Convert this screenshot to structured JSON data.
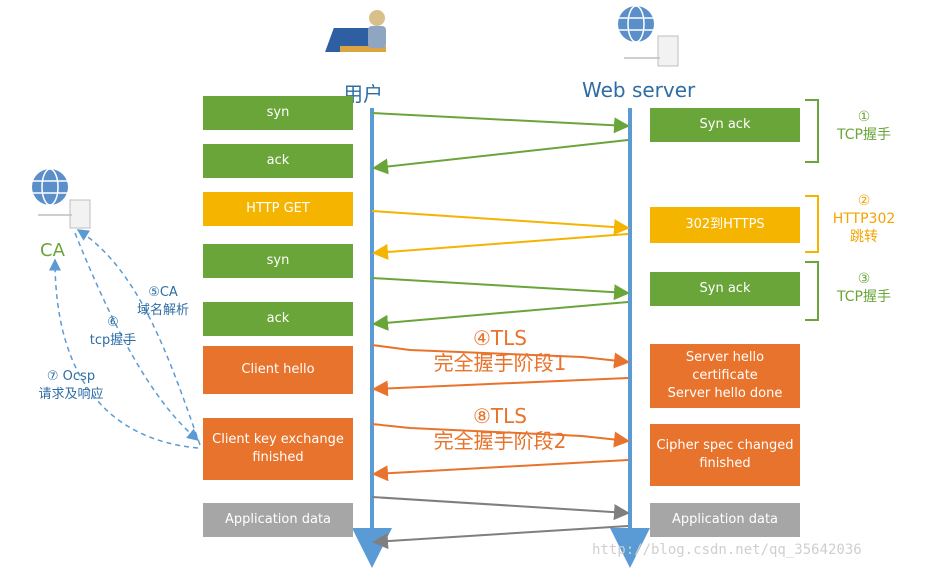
{
  "actors": {
    "user": "用户",
    "server": "Web server",
    "ca": "CA"
  },
  "client_boxes": [
    {
      "label": "syn",
      "color": "green"
    },
    {
      "label": "ack",
      "color": "green"
    },
    {
      "label": "HTTP GET",
      "color": "yellow"
    },
    {
      "label": "syn",
      "color": "green"
    },
    {
      "label": "ack",
      "color": "green"
    },
    {
      "label": "Client hello",
      "color": "orange"
    },
    {
      "label": "Client key exchange\nfinished",
      "color": "orange"
    },
    {
      "label": "Application data",
      "color": "gray"
    }
  ],
  "server_boxes": [
    {
      "label": "Syn ack",
      "color": "green"
    },
    {
      "label": "302到HTTPS",
      "color": "yellow"
    },
    {
      "label": "Syn ack",
      "color": "green"
    },
    {
      "label": "Server hello\ncertificate\nServer hello done",
      "color": "orange"
    },
    {
      "label": "Cipher spec changed\nfinished",
      "color": "orange"
    },
    {
      "label": "Application data",
      "color": "gray"
    }
  ],
  "stages": {
    "s1": "①\nTCP握手",
    "s2": "②\nHTTP302\n跳转",
    "s3": "③\nTCP握手",
    "s4": "④TLS\n完全握手阶段1",
    "s8": "⑧TLS\n完全握手阶段2"
  },
  "ca_notes": {
    "n5": "⑤CA\n域名解析",
    "n6": "⑥\ntcp握手",
    "n7": "⑦ Ocsp\n请求及响应"
  },
  "watermark": "http://blog.csdn.net/qq_35642036",
  "colors": {
    "green": "#6aa53a",
    "yellow": "#f4b400",
    "orange": "#e8732c",
    "gray": "#a6a6a6",
    "blue": "#5b9bd5",
    "dark_gray": "#808080"
  },
  "icons": {
    "user": "user-computer-icon",
    "server": "globe-server-icon",
    "ca": "globe-server-icon"
  }
}
